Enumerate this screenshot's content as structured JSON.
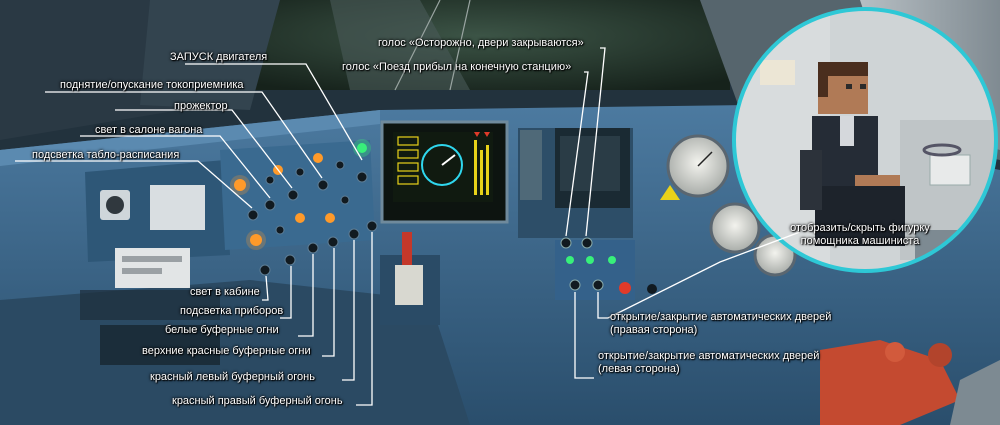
{
  "labels": {
    "engine_start": "ЗАПУСК двигателя",
    "pantograph": "поднятие/опускание токоприемника",
    "headlight": "прожектор",
    "saloon_light": "свет в салоне вагона",
    "timetable_backlight": "подсветка табло-расписания",
    "cab_light": "свет в кабине",
    "instrument_backlight": "подсветка приборов",
    "white_buffer_lights": "белые буферные огни",
    "upper_red_buffer_lights": "верхние красные буферные огни",
    "red_left_buffer_light": "красный левый буферный огонь",
    "red_right_buffer_light": "красный правый буферный огонь",
    "voice_doors_closing": "голос «Осторожно, двери закрываются»",
    "voice_terminal_station": "голос «Поезд прибыл на конечную станцию»",
    "doors_right_line1": "открытие/закрытие автоматических дверей",
    "doors_right_line2": "(правая сторона)",
    "doors_left_line1": "открытие/закрытие автоматических дверей",
    "doors_left_line2": "(левая сторона)",
    "assistant_line1": "отобразить/скрыть фигурку",
    "assistant_line2": "помощника машиниста"
  },
  "colors": {
    "panel": "#3f6f93",
    "panel_dark": "#2c5272",
    "callout": "#ffffff",
    "circle_highlight": "#2ec8d6",
    "screen_bg": "#101a10",
    "screen_accent": "#e8d21a",
    "screen_cyan": "#2fd7ee",
    "lamp_orange": "#ff9a2a",
    "lamp_green": "#38f07a",
    "lamp_red": "#e03a2a",
    "throttle_red": "#c44a30"
  },
  "icons": [
    "green-lamp-icon",
    "orange-lamp-icon",
    "red-lamp-icon",
    "toggle-switch-icon",
    "speedometer-gauge-icon",
    "pressure-gauge-icon",
    "assistant-figure-icon"
  ]
}
